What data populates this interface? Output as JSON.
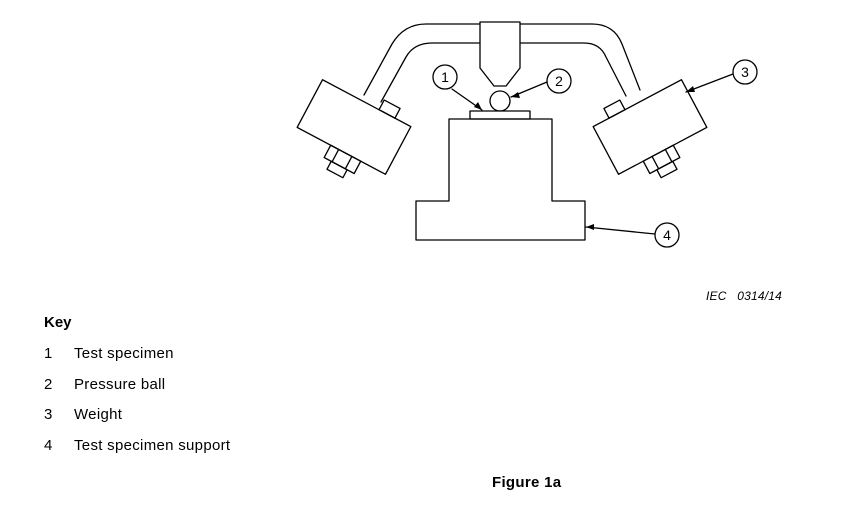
{
  "diagram": {
    "callouts": [
      "1",
      "2",
      "3",
      "4"
    ],
    "source_ref": "IEC   0314/14"
  },
  "key": {
    "title": "Key",
    "items": [
      {
        "num": "1",
        "label": "Test specimen"
      },
      {
        "num": "2",
        "label": "Pressure ball"
      },
      {
        "num": "3",
        "label": "Weight"
      },
      {
        "num": "4",
        "label": "Test specimen support"
      }
    ]
  },
  "caption": "Figure 1a"
}
